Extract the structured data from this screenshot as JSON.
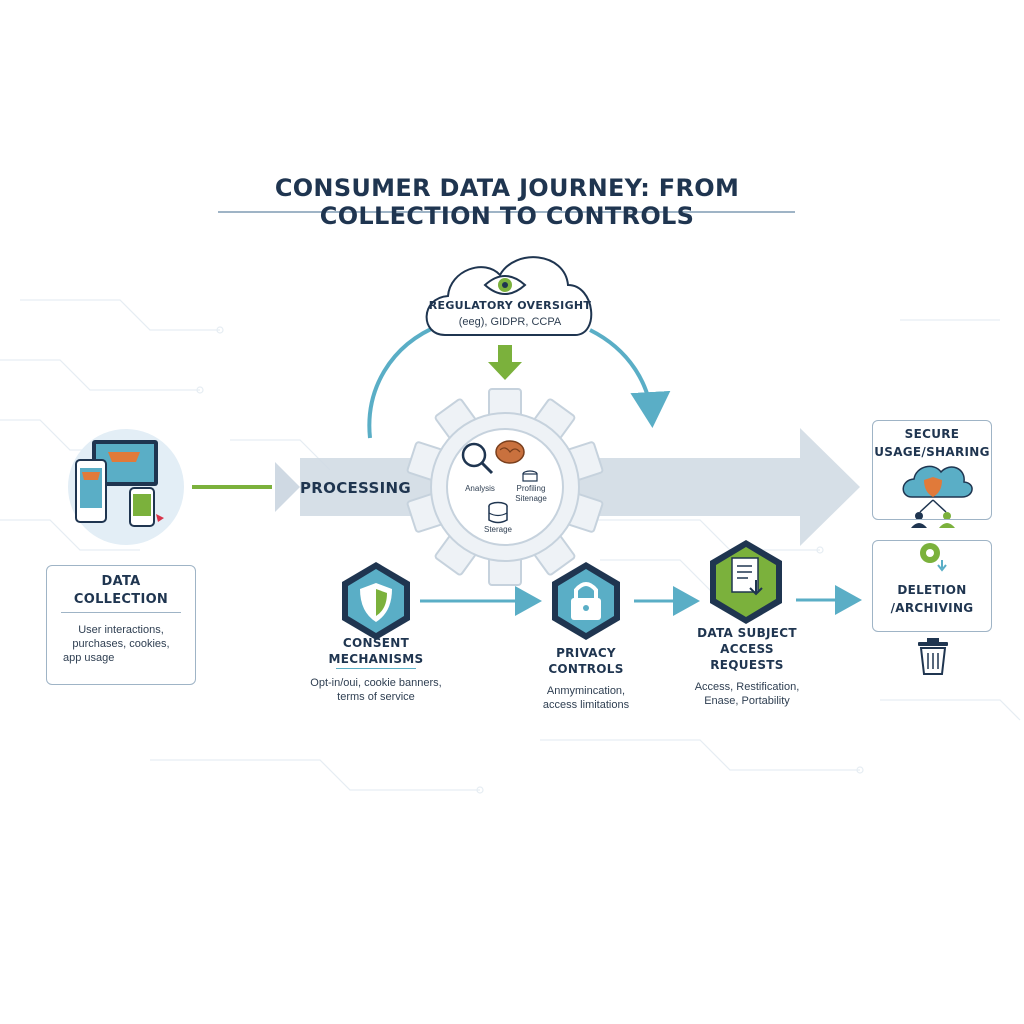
{
  "title": "CONSUMER DATA JOURNEY: FROM COLLECTION TO CONTROLS",
  "regulatory": {
    "title": "REGULATORY OVERSIGHT",
    "subtitle": "(eeg), GIDPR, CCPA"
  },
  "collection": {
    "title_line1": "DATA",
    "title_line2": "COLLECTION",
    "desc_lines": [
      "User interactions,",
      "purchases, cookies,",
      "app usage"
    ]
  },
  "processing": {
    "label": "PROCESSING",
    "analysis": "Analysis",
    "profiling_line1": "Profiling",
    "profiling_line2": "Sitenage",
    "storage": "Sterage"
  },
  "consent": {
    "title_line1": "CONSENT",
    "title_line2": "MECHANISMS",
    "desc_lines": [
      "Opt-in/oui, cookie banners,",
      "terms of service"
    ]
  },
  "privacy": {
    "title_line1": "PRIVACY",
    "title_line2": "CONTROLS",
    "desc_lines": [
      "Anmymincation,",
      "access limitations"
    ]
  },
  "dsar": {
    "title_lines": [
      "DATA SUBJECT",
      "ACCESS",
      "REQUESTS"
    ],
    "desc_lines": [
      "Access, Restification,",
      "Enase, Portability"
    ]
  },
  "secure": {
    "title_line1": "SECURE",
    "title_line2": "USAGE/SHARING"
  },
  "deletion": {
    "title_line1": "DELETION",
    "title_line2": "/ARCHIVING"
  },
  "colors": {
    "navy": "#1f3550",
    "teal": "#5aaec6",
    "green": "#7bb13c",
    "grey_arrow": "#cfd9e3",
    "border": "#9fb4c6"
  },
  "icons": [
    "eye-icon",
    "cloud-icon",
    "gear-icon",
    "magnifier-icon",
    "brain-icon",
    "database-icon",
    "shield-icon",
    "lock-icon",
    "document-icon",
    "users-icon",
    "trash-icon",
    "devices-icon"
  ]
}
